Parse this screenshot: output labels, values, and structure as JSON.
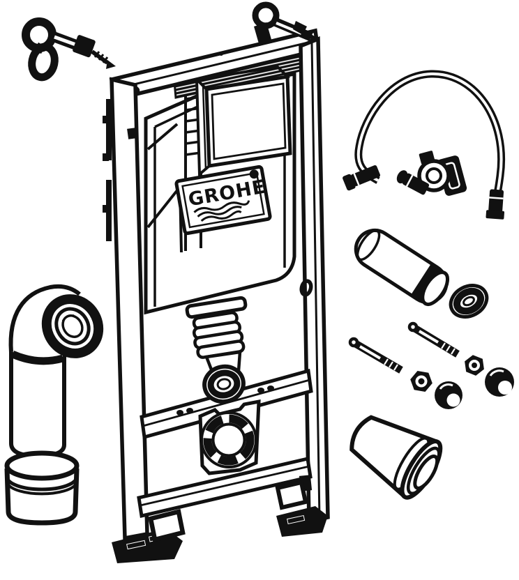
{
  "logo": {
    "text": "GROHE"
  },
  "colors": {
    "ink": "#111111",
    "background": "#ffffff"
  },
  "diagram": {
    "type": "exploded-parts-line-drawing",
    "parts": [
      {
        "name": "wall-anchor-detached",
        "note": "upper left"
      },
      {
        "name": "wall-anchor-mounted",
        "note": "on top rail right"
      },
      {
        "name": "mounting-frame",
        "note": "tall frame with top rail, two uprights, two cross rails, two feet"
      },
      {
        "name": "concealed-cistern",
        "note": "inside frame, GROHE badge with wave lines"
      },
      {
        "name": "inspection-box",
        "note": "hatched actuator opening at cistern top"
      },
      {
        "name": "flush-bend",
        "note": "corrugated pipe with round socket"
      },
      {
        "name": "outlet-support-bracket",
        "note": "plate with notched circular opening"
      },
      {
        "name": "supply-hose",
        "note": "arched flexible hose, upper right"
      },
      {
        "name": "angle-valve",
        "note": "below hose"
      },
      {
        "name": "extension-pipe",
        "note": "cylinder with dark band"
      },
      {
        "name": "seal-ring",
        "note": "dark torus beside pipe"
      },
      {
        "name": "threaded-stud",
        "note": "two rods with eye heads"
      },
      {
        "name": "hex-nut",
        "note": "two dark nuts"
      },
      {
        "name": "cover-cap",
        "note": "two dome caps"
      },
      {
        "name": "flush-cone",
        "note": "tapered sleeve with ring face, lower right"
      },
      {
        "name": "outlet-elbow",
        "note": "90-degree bend with dark gasket ring, left"
      },
      {
        "name": "spacer-sleeve",
        "note": "short collar cup, lower left"
      }
    ]
  }
}
